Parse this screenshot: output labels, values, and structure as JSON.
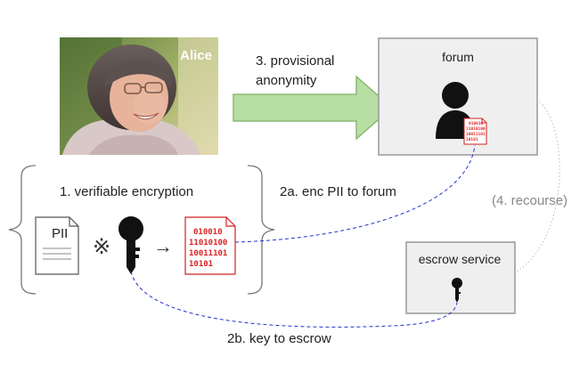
{
  "photo": {
    "name": "Alice"
  },
  "step3": {
    "line1": "3. provisional",
    "line2": "anonymity"
  },
  "forum": {
    "title": "forum",
    "doc_lines": [
      "010010",
      "11010100",
      "10011101",
      "10101"
    ]
  },
  "step1": {
    "title": "1. verifiable encryption"
  },
  "pii": {
    "label": "PII"
  },
  "cross_symbol": "※",
  "arrow_symbol": "→",
  "encrypted_doc": {
    "lines": [
      "010010",
      "11010100",
      "10011101",
      "10101"
    ]
  },
  "step2a": {
    "label": "2a. enc PII to forum"
  },
  "step4": {
    "label": "(4. recourse)"
  },
  "escrow": {
    "title": "escrow service"
  },
  "step2b": {
    "label": "2b. key to escrow"
  },
  "colors": {
    "arrow_fill": "#b8dfa3",
    "arrow_stroke": "#8ab874",
    "box_fill": "#efefef",
    "box_stroke": "#999999",
    "dashed_link": "#2233cc",
    "dotted_link": "#bbbbbb",
    "cipher_red": "#d22222"
  }
}
